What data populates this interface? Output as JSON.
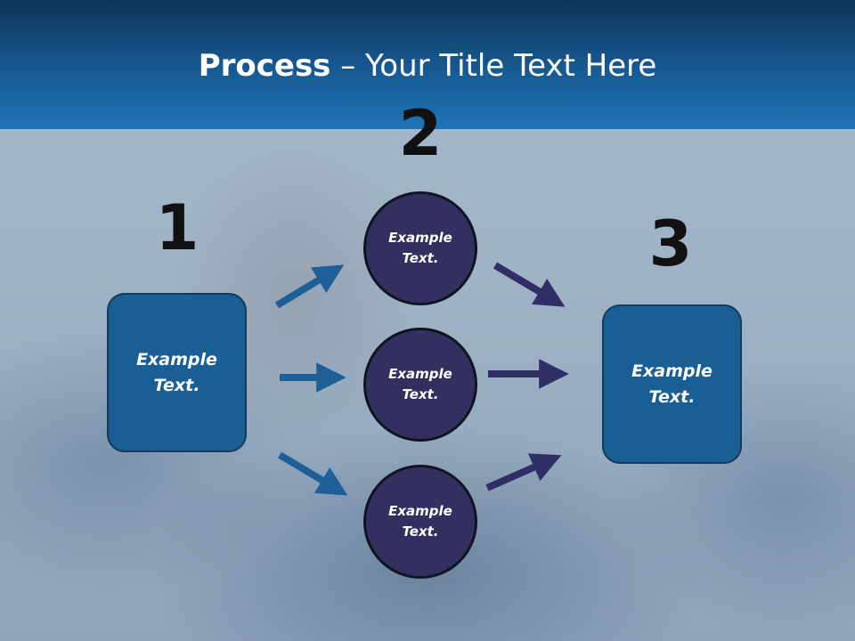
{
  "title": {
    "bold": "Process",
    "rest": " – Your Title Text Here"
  },
  "steps": [
    {
      "number": "1",
      "label": "Example\nText."
    },
    {
      "number": "2",
      "items": [
        "Example\nText.",
        "Example\nText.",
        "Example\nText."
      ]
    },
    {
      "number": "3",
      "label": "Example\nText."
    }
  ],
  "colors": {
    "header": "#175a93",
    "box_fill": "#1a5e96",
    "circle_fill": "#32305f",
    "arrow_left": "#1d5f96",
    "arrow_right": "#2f2f66"
  }
}
